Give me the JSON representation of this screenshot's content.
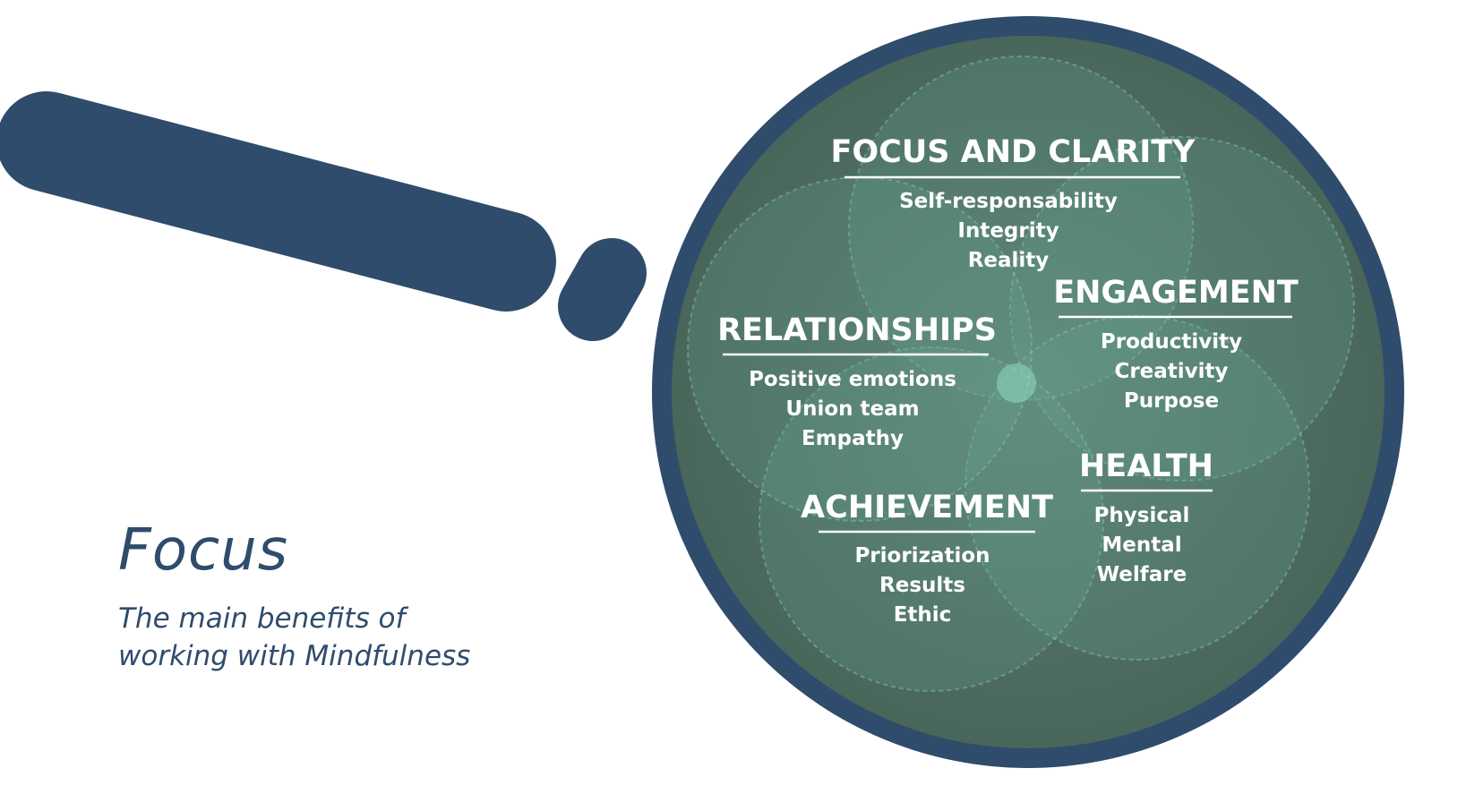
{
  "caption": {
    "title": "Focus",
    "subtitle_line1": "The main benefits of",
    "subtitle_line2": "working with Mindfulness"
  },
  "sections": {
    "focus": {
      "title": "FOCUS AND CLARITY",
      "items": [
        "Self-responsability",
        "Integrity",
        "Reality"
      ]
    },
    "engagement": {
      "title": "ENGAGEMENT",
      "items": [
        "Productivity",
        "Creativity",
        "Purpose"
      ]
    },
    "relationships": {
      "title": "RELATIONSHIPS",
      "items": [
        "Positive emotions",
        "Union team",
        "Empathy"
      ]
    },
    "health": {
      "title": "HEALTH",
      "items": [
        "Physical",
        "Mental",
        "Welfare"
      ]
    },
    "achievement": {
      "title": "ACHIEVEMENT",
      "items": [
        "Priorization",
        "Results",
        "Ethic"
      ]
    }
  },
  "colors": {
    "navy": "#2f4c6c",
    "lens_fill": "#4c6b5f",
    "petal_fill": "#6aa892",
    "text": "#ffffff"
  }
}
